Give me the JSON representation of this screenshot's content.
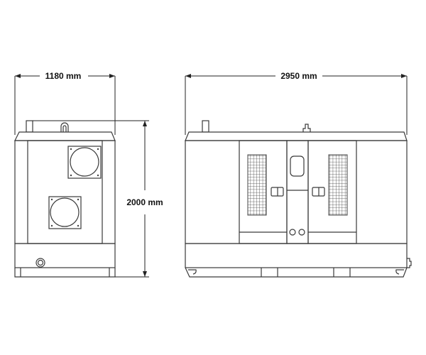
{
  "dimensions": {
    "front_width": "1180 mm",
    "side_length": "2950 mm",
    "height": "2000 mm"
  },
  "colors": {
    "line": "#3a3a3a",
    "background": "#ffffff"
  }
}
